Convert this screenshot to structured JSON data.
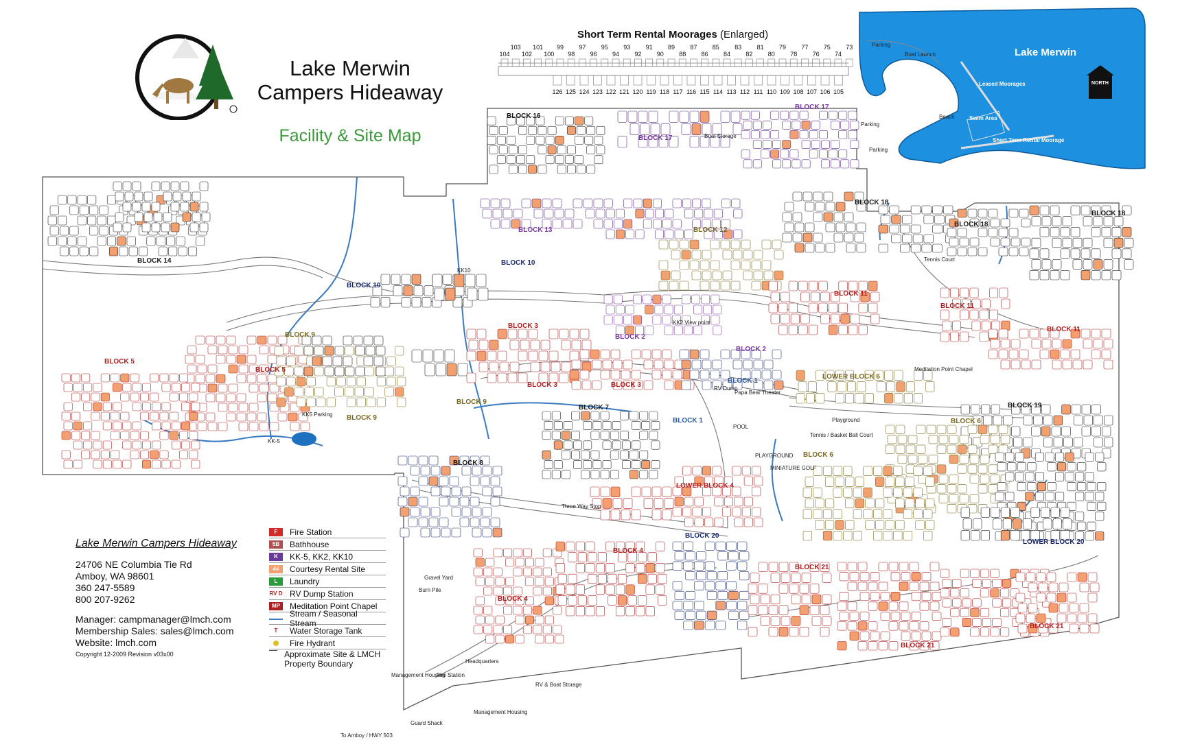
{
  "header": {
    "title_line1": "Lake Merwin",
    "title_line2": "Campers Hideaway",
    "subtitle": "Facility & Site Map",
    "moorage_title_bold": "Short Term Rental Moorages",
    "moorage_title_rest": " (Enlarged)"
  },
  "info": {
    "park_name": "Lake Merwin Campers Hideaway",
    "address1": "24706 NE Columbia Tie Rd",
    "address2": "Amboy, WA 98601",
    "phone1": "360 247-5589",
    "phone2": "800 207-9262",
    "manager": "Manager:  campmanager@lmch.com",
    "sales": "Membership Sales:  sales@lmch.com",
    "website": "Website:  lmch.com",
    "copyright": "Copyright 12-2009   Revision v03x00"
  },
  "legend": [
    {
      "symbol": "F",
      "label": "Fire Station",
      "color": "#d42a2a"
    },
    {
      "symbol": "5B",
      "label": "Bathhouse",
      "color": "#b05050"
    },
    {
      "symbol": "K",
      "label": "KK-5, KK2, KK10",
      "color": "#6a3a9a"
    },
    {
      "symbol": "##",
      "label": "Courtesy Rental Site",
      "color": "#f2a070"
    },
    {
      "symbol": "L",
      "label": "Laundry",
      "color": "#2a9a3a"
    },
    {
      "symbol": "RV D",
      "label": "RV Dump Station",
      "color": "#ffffff"
    },
    {
      "symbol": "MP",
      "label": "Meditation Point Chapel",
      "color": "#b02020"
    },
    {
      "symbol": "",
      "label": "Stream / Seasonal Stream",
      "color": "#3a7ac0"
    },
    {
      "symbol": "T",
      "label": "Water Storage Tank",
      "color": "#ffffff"
    },
    {
      "symbol": "",
      "label": "Fire Hydrant",
      "color": "#e0c020"
    },
    {
      "symbol": "",
      "label": "Approximate Site & LMCH Property Boundary",
      "color": "#555555"
    }
  ],
  "lake": {
    "name": "Lake Merwin",
    "color": "#1e90e0"
  },
  "blocks": {
    "b14": "BLOCK 14",
    "b10a": "BLOCK 10",
    "b10b": "BLOCK 10",
    "b16": "BLOCK 16",
    "b17a": "BLOCK 17",
    "b17b": "BLOCK 17",
    "b13": "BLOCK 13",
    "b12": "BLOCK 12",
    "b18a": "BLOCK 18",
    "b18b": "BLOCK 18",
    "b18c": "BLOCK 18",
    "b11a": "BLOCK 11",
    "b11b": "BLOCK 11",
    "b11c": "BLOCK 11",
    "b9a": "BLOCK 9",
    "b9b": "BLOCK 9",
    "b9c": "BLOCK 9",
    "b5a": "BLOCK 5",
    "b5b": "BLOCK 5",
    "b3a": "BLOCK 3",
    "b3b": "BLOCK 3",
    "b3c": "BLOCK 3",
    "b2a": "BLOCK 2",
    "b2b": "BLOCK 2",
    "b1a": "BLOCK 1",
    "b1b": "BLOCK 1",
    "lb6": "LOWER BLOCK 6",
    "b6a": "BLOCK 6",
    "b6b": "BLOCK 6",
    "b19": "BLOCK 19",
    "b7": "BLOCK 7",
    "b8": "BLOCK 8",
    "lb4": "LOWER BLOCK 4",
    "b4a": "BLOCK 4",
    "b4b": "BLOCK 4",
    "b20": "BLOCK 20",
    "lb20": "LOWER BLOCK 20",
    "b21a": "BLOCK 21",
    "b21b": "BLOCK 21",
    "b21c": "BLOCK 21"
  },
  "places": {
    "parking1": "Parking",
    "parking2": "Parking",
    "parking3": "Parking",
    "boat_launch": "Boat Launch",
    "beach": "Beach",
    "swim": "Swim Area",
    "leased": "Leased Moorages",
    "short_term": "Short Term Rental Moorage",
    "boat_storage": "Boat Storage",
    "kk10": "KK10",
    "kk2": "KK2 View point",
    "kk5": "KK5 Parking",
    "kk5b": "KK-5",
    "tennis": "Tennis Court",
    "meditation": "Meditation Point Chapel",
    "playground": "Playground",
    "pool": "POOL",
    "papa": "Papa Bear Theater",
    "rvdump": "RV Dump",
    "tennis_basket": "Tennis / Basket Ball Court",
    "mini_golf": "MINIATURE GOLF",
    "playground2": "PLAYGROUND",
    "three_way": "Three Way Stop",
    "headquarters": "Headquarters",
    "fire_station": "Fire Station",
    "mgmt_housing1": "Management Housing",
    "mgmt_housing2": "Management Housing",
    "rv_boat": "RV & Boat Storage",
    "gravel": "Gravel Yard",
    "burn": "Burn Pile",
    "guard": "Guard Shack",
    "to_amboy": "To Amboy / HWY 503",
    "north": "NORTH"
  },
  "moorage": {
    "top_numbers": [
      "104",
      "103",
      "102",
      "101",
      "100",
      "99",
      "98",
      "97",
      "96",
      "95",
      "94",
      "93",
      "92",
      "91",
      "90",
      "89",
      "88",
      "87",
      "86",
      "85",
      "84",
      "83",
      "82",
      "81",
      "80",
      "79",
      "78",
      "77",
      "76",
      "75",
      "74",
      "73"
    ],
    "bottom_numbers": [
      "126",
      "125",
      "124",
      "123",
      "122",
      "121",
      "120",
      "119",
      "118",
      "117",
      "116",
      "115",
      "114",
      "113",
      "112",
      "111",
      "110",
      "109",
      "108",
      "107",
      "106",
      "105"
    ]
  }
}
